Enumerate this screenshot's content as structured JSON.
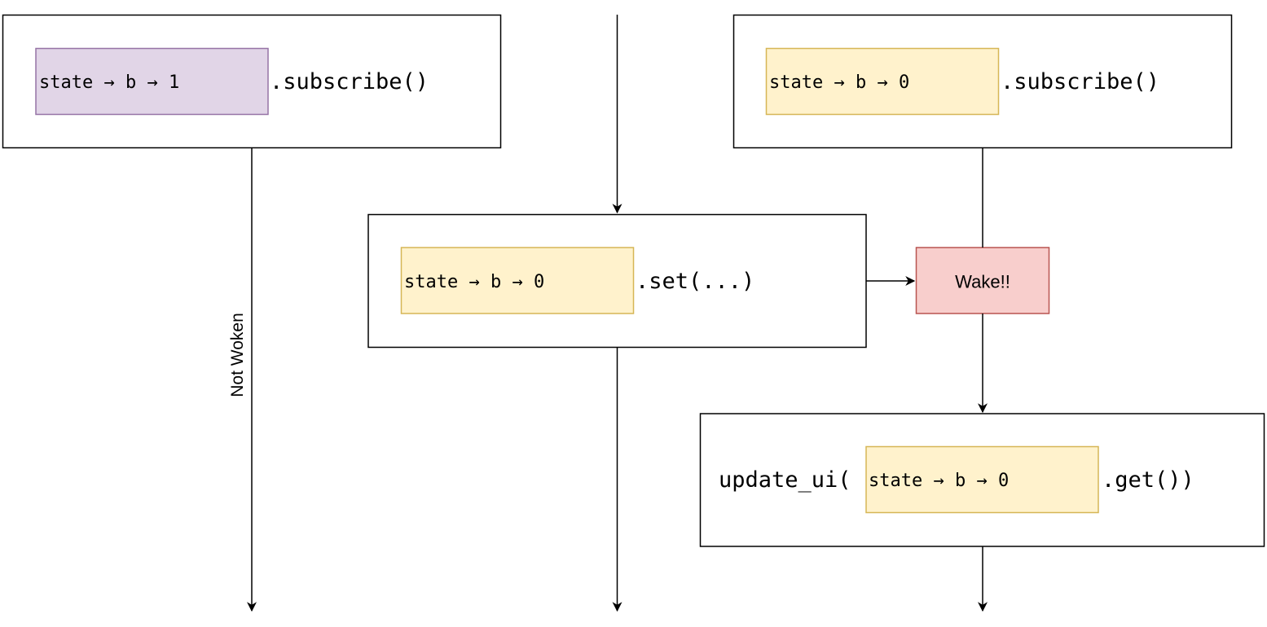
{
  "colors": {
    "stroke": "#000000",
    "purple_fill": "#e1d5e7",
    "purple_stroke": "#9673a6",
    "yellow_fill": "#fff2cc",
    "yellow_stroke": "#d6b656",
    "red_fill": "#f8cecc",
    "red_stroke": "#b85450"
  },
  "subscriber_left": {
    "state_label": "state → b → 1",
    "method_label": ".subscribe()"
  },
  "subscriber_right": {
    "state_label": "state → b → 0",
    "method_label": ".subscribe()"
  },
  "setter": {
    "state_label": "state → b → 0",
    "method_label": ".set(...)"
  },
  "wake_label": "Wake!!",
  "not_woken_label": "Not Woken",
  "update": {
    "prefix_label": "update_ui(",
    "state_label": "state → b → 0",
    "suffix_label": ".get())"
  }
}
